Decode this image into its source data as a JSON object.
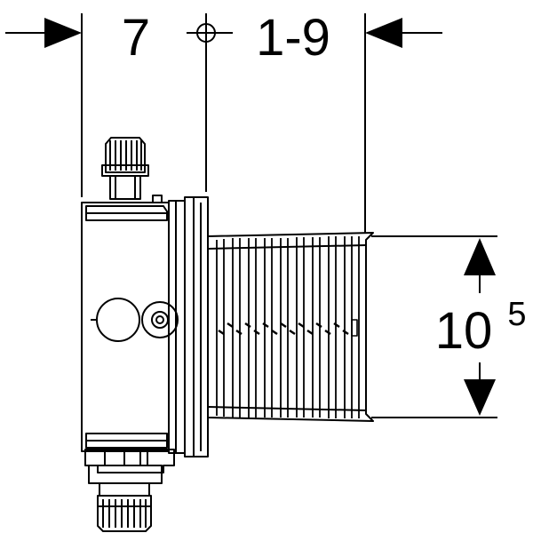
{
  "dimensions": {
    "depth_left": "7",
    "depth_range": "1-9",
    "height_main": "10",
    "height_sup": "5"
  },
  "colors": {
    "stroke": "#000000",
    "background": "#ffffff"
  }
}
